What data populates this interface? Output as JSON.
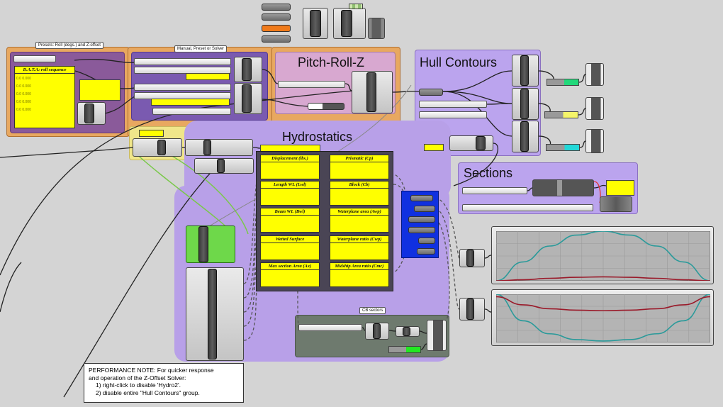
{
  "groups": {
    "presets_tag": "Presets: Roll (degs.) and Z-offset",
    "manual_tag": "Manual, Preset or Solver",
    "pitch_roll_z": "Pitch-Roll-Z",
    "hull_contours": "Hull Contours",
    "hydrostatics": "Hydrostatics",
    "sections": "Sections",
    "cb_sectors_tag": "CB sectors"
  },
  "data_panel": {
    "title": "D.A.T.A: roll sequence",
    "rows": [
      "0.0 0.000",
      "0.0 0.000",
      "0.0 0.000",
      "0.0 0.000",
      "0.0 0.000"
    ]
  },
  "hydro_panels": [
    {
      "title": "Displacement (lbs.)"
    },
    {
      "title": "Prismatic (Cp)"
    },
    {
      "title": "Length WL (Lwl)"
    },
    {
      "title": "Block (Cb)"
    },
    {
      "title": "Beam WL (Bwl)"
    },
    {
      "title": "Waterplane area (Awp)"
    },
    {
      "title": "Wetted Surface"
    },
    {
      "title": "Waterplane ratio (Cwp)"
    },
    {
      "title": "Max section Area (Ax)"
    },
    {
      "title": "Midship Area ratio (Cmc)"
    }
  ],
  "note": {
    "line1": "PERFORMANCE NOTE: For quicker response",
    "line2": "and operation of the Z-Offset Solver:",
    "line3": "1) right-click to disable 'Hydro2'.",
    "line4": "2) disable entire \"Hull Contours\" group."
  },
  "colors": {
    "presets_group": "#e8a860",
    "hydro_group": "#b8a0e8",
    "hull_group": "#bba4ee",
    "panel_yellow": "#ffff00",
    "graph_teal": "#2a9a9a",
    "graph_red": "#9a1a2a"
  },
  "chart_data": [
    {
      "type": "line",
      "series": [
        {
          "values": [
            0.0,
            0.38,
            0.7,
            0.92,
            1.0,
            0.92,
            0.7,
            0.38,
            0.0
          ]
        },
        {
          "values": [
            0.0,
            0.02,
            0.05,
            0.07,
            0.08,
            0.07,
            0.05,
            0.02,
            0.0
          ]
        }
      ]
    },
    {
      "type": "line",
      "series": [
        {
          "values": [
            1.0,
            0.45,
            0.18,
            0.06,
            0.03,
            0.06,
            0.18,
            0.45,
            1.0
          ]
        },
        {
          "values": [
            0.95,
            0.78,
            0.7,
            0.67,
            0.66,
            0.67,
            0.7,
            0.78,
            0.95
          ]
        }
      ]
    }
  ]
}
